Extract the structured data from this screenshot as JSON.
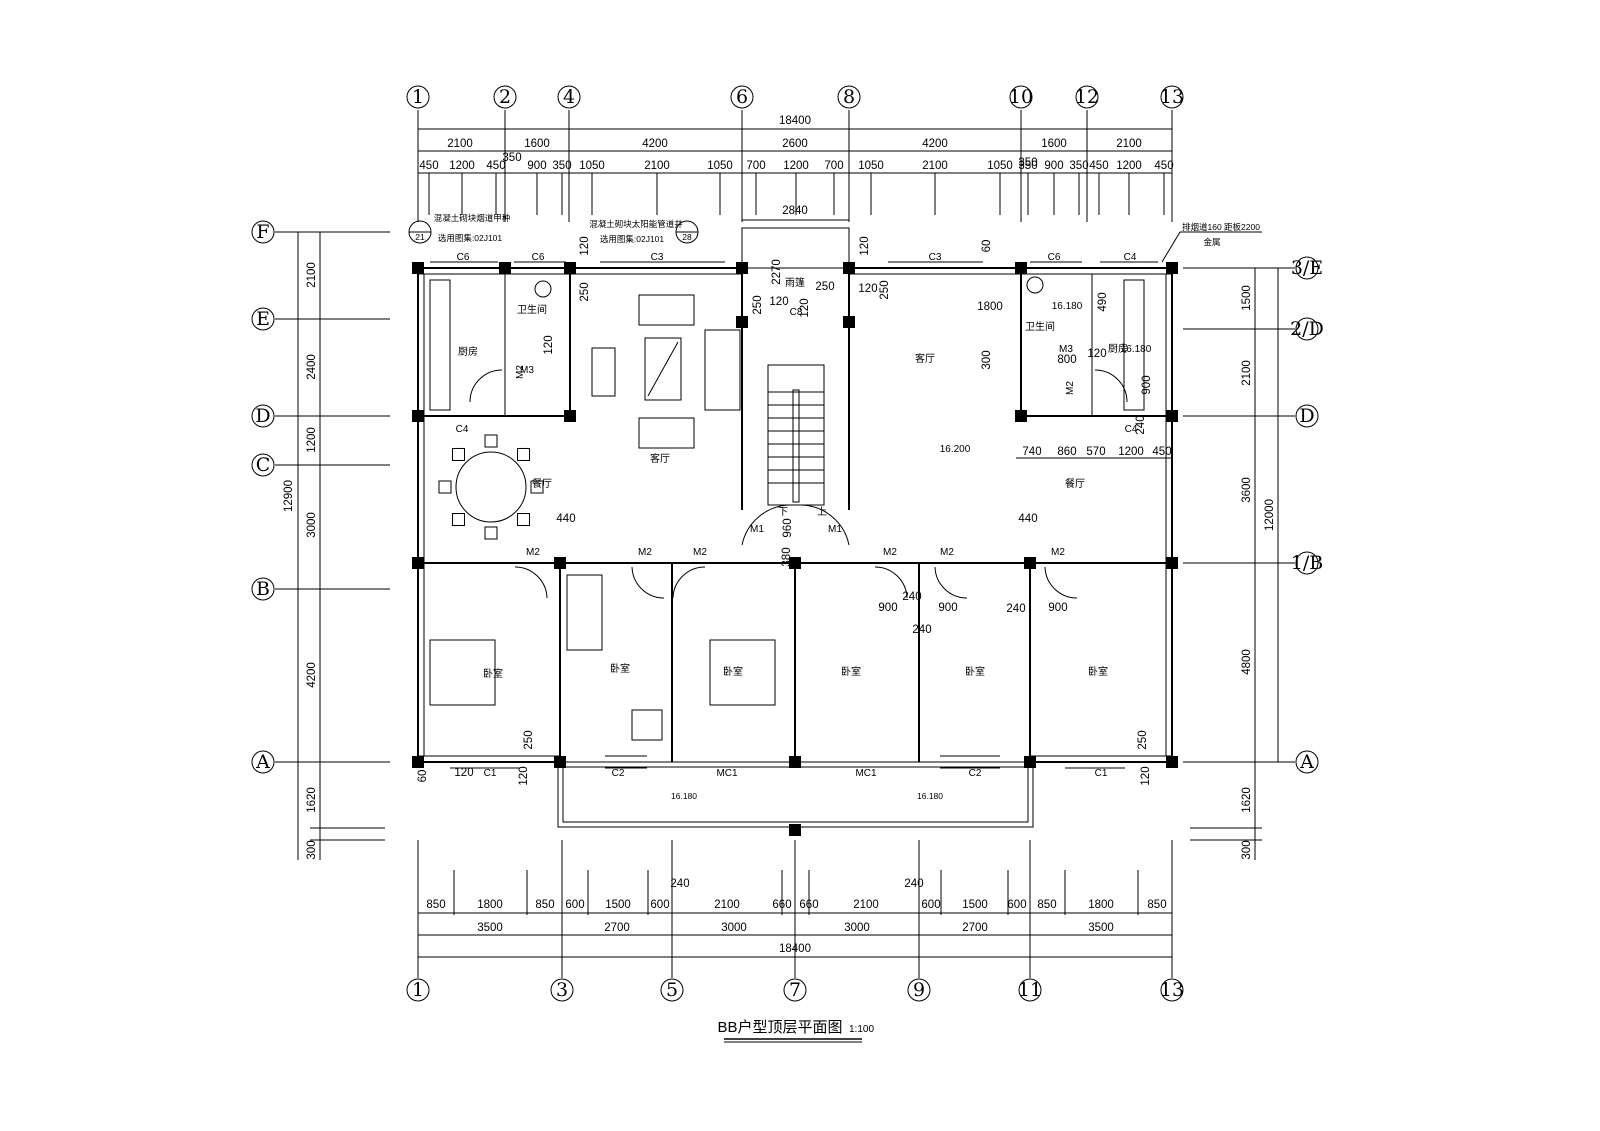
{
  "drawing": {
    "title": "BB户型顶层平面图",
    "scale": "1:100"
  },
  "axes": {
    "top": [
      "1",
      "2",
      "4",
      "6",
      "8",
      "10",
      "12",
      "13"
    ],
    "bottom": [
      "1",
      "3",
      "5",
      "7",
      "9",
      "11",
      "13"
    ],
    "left": [
      "F",
      "E",
      "D",
      "C",
      "B",
      "A"
    ],
    "right": [
      "3/E",
      "2/D",
      "D",
      "1/B",
      "A"
    ]
  },
  "dims": {
    "top_total": "18400",
    "top_row2": [
      "2100",
      "1600",
      "4200",
      "2600",
      "4200",
      "1600",
      "2100"
    ],
    "top_row3": [
      "450",
      "1200",
      "450",
      "900",
      "350",
      "1050",
      "2100",
      "1050",
      "700",
      "1200",
      "700",
      "1050",
      "2100",
      "1050",
      "350",
      "900",
      "350",
      "450",
      "1200",
      "450"
    ],
    "top_extra": [
      "350",
      "350",
      "2840"
    ],
    "bottom_row1": [
      "850",
      "1800",
      "850",
      "600",
      "1500",
      "600",
      "2100",
      "660",
      "660",
      "2100",
      "600",
      "1500",
      "600",
      "850",
      "1800",
      "850"
    ],
    "bottom_row2": [
      "3500",
      "2700",
      "3000",
      "3000",
      "2700",
      "3500"
    ],
    "bottom_total": "18400",
    "bottom_extra": [
      "240",
      "240"
    ],
    "left": [
      "2100",
      "2400",
      "1200",
      "3000",
      "4200",
      "1620",
      "300"
    ],
    "left_total": "12900",
    "right": [
      "1500",
      "2100",
      "3600",
      "4800",
      "1620",
      "300"
    ],
    "right_total": "12000"
  },
  "notes": {
    "n1_line1": "混凝土砌块烟道甲种",
    "n1_line2": "选用图集:02J101",
    "n1_ref": "21",
    "n2_line1": "混凝土砌块太阳能管道井",
    "n2_line2": "选用图集:02J101",
    "n2_ref": "28",
    "n3_line1": "排烟道160 距板2200",
    "n3_line2": "金属"
  },
  "rooms": {
    "kitchen": "厨房",
    "bath": "卫生间",
    "living": "客厅",
    "dining": "餐厅",
    "bedroom": "卧室",
    "stair_label": "雨篷",
    "up": "上",
    "down": "下"
  },
  "elevations": {
    "top": "16.180",
    "main": "16.200",
    "balcony": "16.180"
  },
  "openings": {
    "windows": [
      "C1",
      "C2",
      "C3",
      "C4",
      "C6",
      "C8",
      "MC1"
    ],
    "doors": [
      "M1",
      "M2",
      "M3"
    ]
  },
  "misc_dims": [
    "440",
    "120",
    "250",
    "60",
    "2270",
    "1800",
    "300",
    "800",
    "490",
    "900",
    "240",
    "960",
    "380",
    "740",
    "860",
    "570",
    "1200",
    "450",
    "16.180"
  ]
}
